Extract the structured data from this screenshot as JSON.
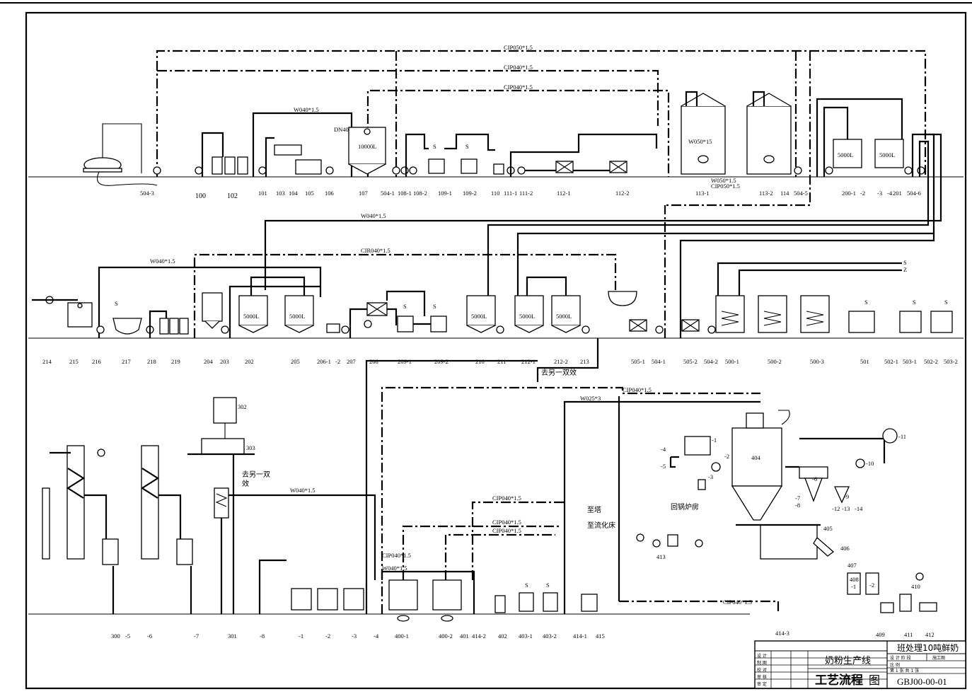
{
  "stage1_tags": [
    "504-3",
    "100",
    "102",
    "101",
    "103",
    "104",
    "105",
    "106",
    "107",
    "504-1",
    "108-1",
    "108-2",
    "109-1",
    "109-2",
    "110",
    "111-1",
    "111-2",
    "112-1",
    "112-2",
    "113-1",
    "113-2",
    "114",
    "504-5",
    "200-1",
    "-2",
    "-3",
    "-4",
    "201",
    "504-6"
  ],
  "stage2_tags": [
    "214",
    "215",
    "216",
    "217",
    "218",
    "219",
    "204",
    "203",
    "202",
    "205",
    "206-1",
    "-2",
    "207",
    "208",
    "209-1",
    "209-2",
    "210",
    "211",
    "212-1",
    "212-2",
    "213",
    "505-1",
    "504-1",
    "505-2",
    "504-2",
    "500-1",
    "500-2",
    "500-3",
    "501",
    "502-1",
    "503-1",
    "502-2",
    "503-2"
  ],
  "stage3_tags": [
    "300",
    "-5",
    "-6",
    "-7",
    "301",
    "-8",
    "-1",
    "-2",
    "-3",
    "-4",
    "400-1",
    "400-2",
    "401",
    "414-2",
    "402",
    "403-1",
    "403-2",
    "414-1",
    "415",
    "414-3",
    "409",
    "411",
    "412"
  ],
  "callouts": {
    "c302": "302",
    "c303": "303",
    "c404": "404",
    "c405": "405",
    "c406": "406",
    "c407": "407",
    "c408": "408",
    "c408b": "-1",
    "c408c": "-2",
    "c410": "410",
    "c413": "413",
    "c11": "-11",
    "c10": "-10",
    "c9": "-9",
    "c12": "-12",
    "c13": "-13",
    "c14": "-14",
    "c8": "-8",
    "c7": "-7",
    "c6": "-6",
    "p1": "-1",
    "p2": "-2",
    "p3": "-3",
    "p4": "-4",
    "p5": "-5"
  },
  "pipe_labels": {
    "cip050": "CIP050*1.5",
    "cip040a": "CIP040*1.5",
    "cip040b": "CIP040*1.5",
    "w040_top": "W040*1.5",
    "dn40": "DN40",
    "w050": "W050*15",
    "w050b": "W050*1.5",
    "cip050b": "CIP050*1.5",
    "w040_mid": "W040*1.5",
    "cir040": "CIR040*1.5",
    "w040_left": "W040*1.5",
    "to_evap": "去另一双效",
    "cip040_c": "CIP040*1.5",
    "w025": "W025*3",
    "w040_evap": "W040*1.5",
    "to_evap2": "去另一双",
    "to_evap2b": "效",
    "cip040_d": "CIP040*1.5",
    "cip040_e": "CIP040*1.5",
    "cip040_f": "CIP040*1.5",
    "cip040_g": "CIP040*1.5",
    "w040_b": "W040*1.5",
    "to_tower": "至塔",
    "to_fluid_bed": "至流化床",
    "boiler_room": "回锅炉房",
    "cip040_bottom": "CIP040*1.5",
    "s_mark": "S",
    "z_mark": "Z"
  },
  "tank_labels": {
    "t10000": "10000L",
    "t5000a": "5000L",
    "t5000b": "5000L",
    "t5000c": "5000L",
    "t5000d": "5000L",
    "t5000e": "5000L",
    "t5000f": "5000L",
    "t5000g": "5000L"
  },
  "title_block": {
    "roles": [
      "设 计",
      "制 图",
      "校 对",
      "审 核",
      "审 定"
    ],
    "line_name": "奶粉生产线",
    "drawing_name_a": "工艺流程",
    "drawing_name_b": "图",
    "project": "班处理10吨鲜奶",
    "design_stage": "设 计 阶 段",
    "stage_value": "施工图",
    "scale_label": "比 例",
    "sheet_label": "第 1 张 共 1 张",
    "drawing_no": "GBJ00-00-01"
  }
}
